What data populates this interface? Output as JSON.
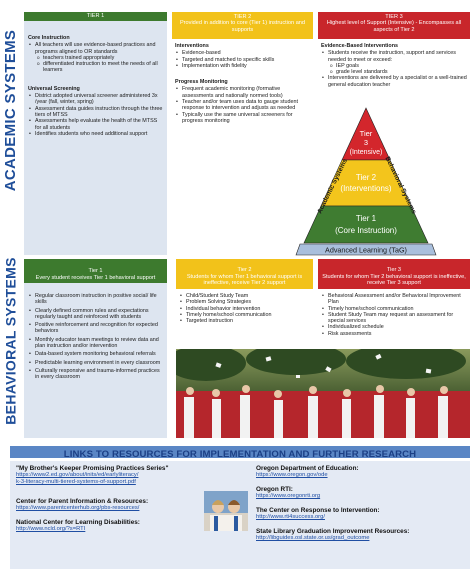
{
  "labels": {
    "academic": "ACADEMIC SYSTEMS",
    "behavioral": "BEHAVIORAL SYSTEMS"
  },
  "academic": {
    "tier1": {
      "header": "TIER 1",
      "core_title": "Core Instruction",
      "core_items": [
        "All teachers will use evidence-based practices and programs aligned to OR standards",
        "teachers trained appropriately",
        "differentiated instruction to meet the needs of all learners"
      ],
      "screening_title": "Universal Screening",
      "screening_items": [
        "District  adopted universal screener administered 3x /year (fall, winter, spring)",
        "Assessment data guides instruction through the three tiers of MTSS",
        "Assessments help evaluate the health of the MTSS for all students",
        "Identifies students who need additional support"
      ]
    },
    "tier2": {
      "header_line1": "TIER 2",
      "header_line2": "Provided in addition to core (Tier 1) instruction and supports",
      "interventions_title": "Interventions",
      "interventions_items": [
        "Evidence-based",
        "Targeted and matched to specific skills",
        "Implementation with fidelity"
      ],
      "monitoring_title": "Progress Monitoring",
      "monitoring_items": [
        "Frequent academic monitoring (formative assessments and nationally normed tools)",
        "Teacher and/or team uses data to gauge student response to intervention and adjusts as needed",
        "Typically use the same universal screeners for progress monitoring"
      ]
    },
    "tier3": {
      "header_line1": "TIER 3",
      "header_line2": "Highest level of Support (Intensive) - Encompasses all aspects of Tier 2",
      "title": "Evidence-Based Interventions",
      "item1": "Students receive the instruction, support and services needed to meet or exceed:",
      "subitems": [
        "IEP goals",
        "grade level standards"
      ],
      "item2": "Interventions are delivered by a specialist or a well-trained general education teacher"
    }
  },
  "pyramid": {
    "tier3": [
      "Tier",
      "3",
      "(Intensive)"
    ],
    "tier2": [
      "Tier 2",
      "(Interventions)"
    ],
    "tier1": [
      "Tier 1",
      "(Core Instruction)"
    ],
    "base": "Advanced Learning (TaG)",
    "left_side": "Academic Systems",
    "right_side": "Behavioral Systems",
    "colors": {
      "tier3": "#d3262c",
      "tier2": "#f3c51c",
      "tier1": "#3f7c31",
      "base": "#a9bfdc"
    }
  },
  "behavioral": {
    "tier1": {
      "header": "Tier 1\nEvery student receives Tier 1 behavioral support",
      "items": [
        "Regular classroom instruction in positive social/ life skills",
        "Clearly defined common rules and expectations regularly taught and reinforced with students",
        "Positive reinforcement and recognition for expected behaviors",
        "Monthly educator team meetings to review data and plan instruction and/or intervention",
        "Data-based system monitoring behavioral referrals",
        "Predictable learning environment in every classroom",
        "Culturally responsive and trauma-informed practices in every classroom"
      ]
    },
    "tier2": {
      "header": "Tier 2\nStudents for whom Tier 1 behavioral support is ineffective, receive Tier 2 support",
      "items": [
        "Child/Student Study Team",
        "Problem Solving Strategies",
        "Individual behavior intervention",
        "Timely home/school communication",
        "Targeted instruction"
      ]
    },
    "tier3": {
      "header": "Tier 3\nStudents for whom Tier 2 behavioral support is ineffective, receive Tier 3 support",
      "items": [
        "Behavioral Assessment and/or Behavioral Improvement Plan",
        "Timely home/school communication",
        "Student Study Team may request an assessment for special services",
        "Individualized schedule",
        "Risk assessments"
      ]
    }
  },
  "links": {
    "banner": "LINKS TO RESOURCES FOR IMPLEMENTATION AND FURTHER RESEARCH",
    "left": [
      {
        "title": "\"My Brother's Keeper Promising Practices Series\"",
        "urls": [
          "https://www2.ed.gov/about/inits/ed/earlyliteracy/",
          "k-3-literacy-multi-tiered-systems-of-support.pdf"
        ]
      },
      {
        "title": "Center for Parent Information & Resources:",
        "urls": [
          "https://www.parentcenterhub.org/pbs-resources/"
        ]
      },
      {
        "title": "National Center for Learning Disabilities:",
        "urls": [
          "http://www.ncld.org/?s=RTI"
        ]
      }
    ],
    "right": [
      {
        "title": "Oregon Department of Education:",
        "urls": [
          "https://www.oregon.gov/ode"
        ]
      },
      {
        "title": "Oregon RTI:",
        "urls": [
          "https://www.oregonrti.org"
        ]
      },
      {
        "title": "The Center on Response to Intervention:",
        "urls": [
          "http://www.rti4success.org/"
        ]
      },
      {
        "title": "State Library Graduation Improvement Resources:",
        "urls": [
          "http://libguides.osl.state.or.us/grad_outcome"
        ]
      }
    ]
  }
}
